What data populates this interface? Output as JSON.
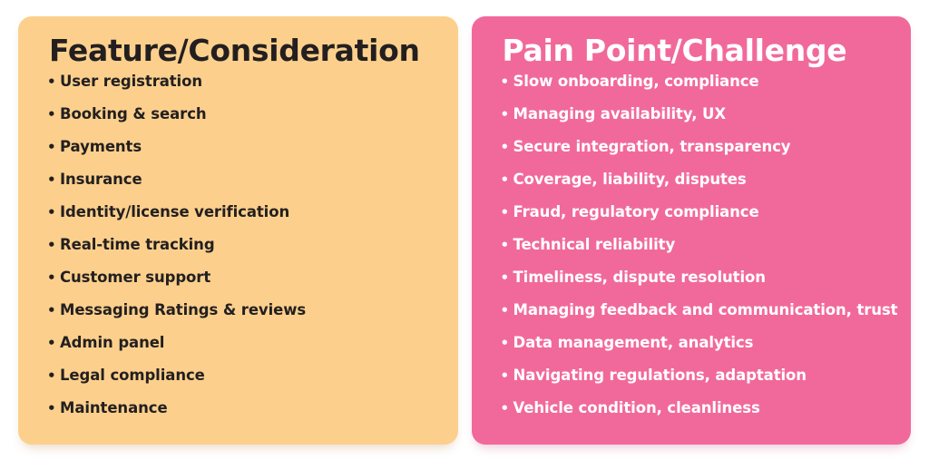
{
  "colors": {
    "background": "#ffffff",
    "features_card": "#fcd08c",
    "pains_card": "#f1699b",
    "features_text": "#231f20",
    "pains_text": "#ffffff"
  },
  "bullet_glyph": "•",
  "cards": [
    {
      "id": "feature-consideration",
      "title": "Feature/Consideration",
      "items": [
        "User registration",
        "Booking & search",
        "Payments",
        "Insurance",
        "Identity/license verification",
        "Real-time tracking",
        "Customer support",
        "Messaging Ratings & reviews",
        "Admin panel",
        "Legal compliance",
        "Maintenance"
      ]
    },
    {
      "id": "pain-point-challenge",
      "title": "Pain Point/Challenge",
      "items": [
        "Slow onboarding, compliance",
        "Managing availability, UX",
        "Secure integration, transparency",
        "Coverage, liability, disputes",
        "Fraud, regulatory compliance",
        "Technical reliability",
        "Timeliness, dispute resolution",
        "Managing feedback and communication, trust",
        "Data management, analytics",
        "Navigating regulations, adaptation",
        "Vehicle condition, cleanliness"
      ]
    }
  ]
}
